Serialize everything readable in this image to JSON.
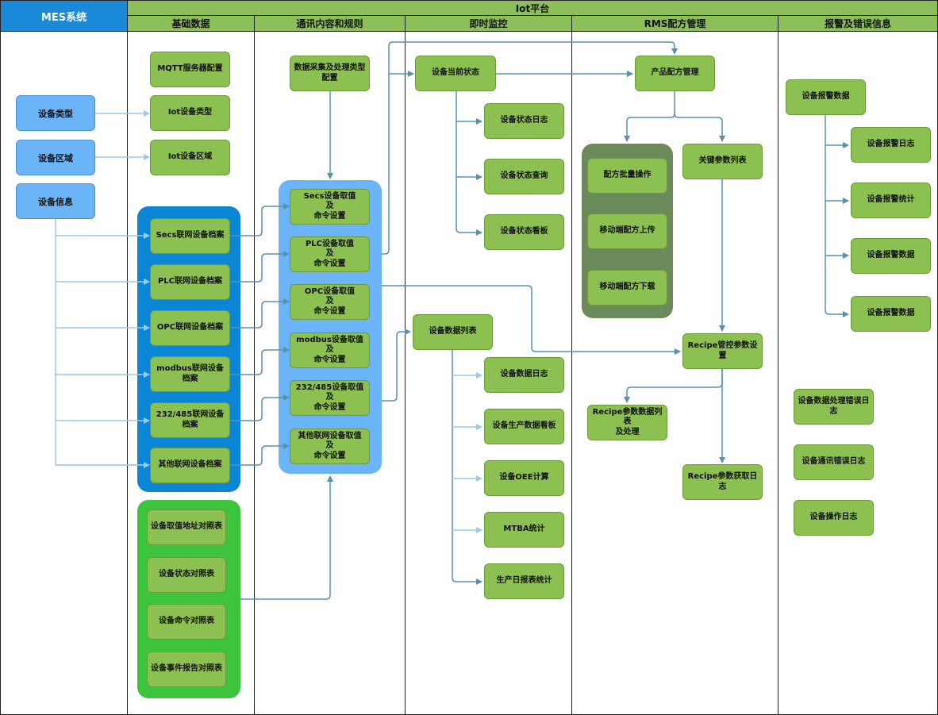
{
  "header": {
    "mes": "MES系统",
    "iot": "Iot平台",
    "columns": [
      "基础数据",
      "通讯内容和规则",
      "即时监控",
      "RMS配方管理",
      "报警及错误信息"
    ]
  },
  "mes": {
    "items": [
      "设备类型",
      "设备区域",
      "设备信息"
    ]
  },
  "base": {
    "top": [
      "MQTT服务器配置",
      "Iot设备类型",
      "Iot设备区域"
    ],
    "archives": [
      "Secs联网设备档案",
      "PLC联网设备档案",
      "OPC联网设备档案",
      "modbus联网设备\n档案",
      "232/485联网设备\n档案",
      "其他联网设备档案"
    ],
    "tables": [
      "设备取值地址对照表",
      "设备状态对照表",
      "设备命令对照表",
      "设备事件报告对照表"
    ]
  },
  "comm": {
    "config": "数据采集及处理类型\n配置",
    "items": [
      "Secs设备取值\n及\n命令设置",
      "PLC设备取值\n及\n命令设置",
      "OPC设备取值\n及\n命令设置",
      "modbus设备取值\n及\n命令设置",
      "232/485设备取值\n及\n命令设置",
      "其他联网设备取值\n及\n命令设置"
    ]
  },
  "monitor": {
    "status": "设备当前状态",
    "status_children": [
      "设备状态日志",
      "设备状态查询",
      "设备状态看板"
    ],
    "data": "设备数据列表",
    "data_children": [
      "设备数据日志",
      "设备生产数据看板",
      "设备OEE计算",
      "MTBA统计",
      "生产日报表统计"
    ]
  },
  "rms": {
    "product": "产品配方管理",
    "group": [
      "配方批量操作",
      "移动端配方上传",
      "移动端配方下载"
    ],
    "key_params": "关键参数列表",
    "recipe_control": "Recipe管控参数设置",
    "recipe_list": "Recipe参数数据列表\n及处理",
    "recipe_log": "Recipe参数获取日志"
  },
  "alarm": {
    "data": "设备报警数据",
    "children": [
      "设备报警日志",
      "设备报警统计",
      "设备报警数据",
      "设备报警数据"
    ],
    "errors": [
      "设备数据处理错误日\n志",
      "设备通讯错误日志",
      "设备操作日志"
    ]
  },
  "colors": {
    "header_green": "#8cbf5a",
    "mes_blue": "#1a8ad8",
    "node_green": "#8cc152",
    "node_blue": "#6cb4f8",
    "archive_group": "#0b86d4",
    "table_group": "#3cc43c",
    "comm_group": "#6cb4f8",
    "rms_group": "#6b8a5a",
    "arrow": "#5b8fb0"
  }
}
